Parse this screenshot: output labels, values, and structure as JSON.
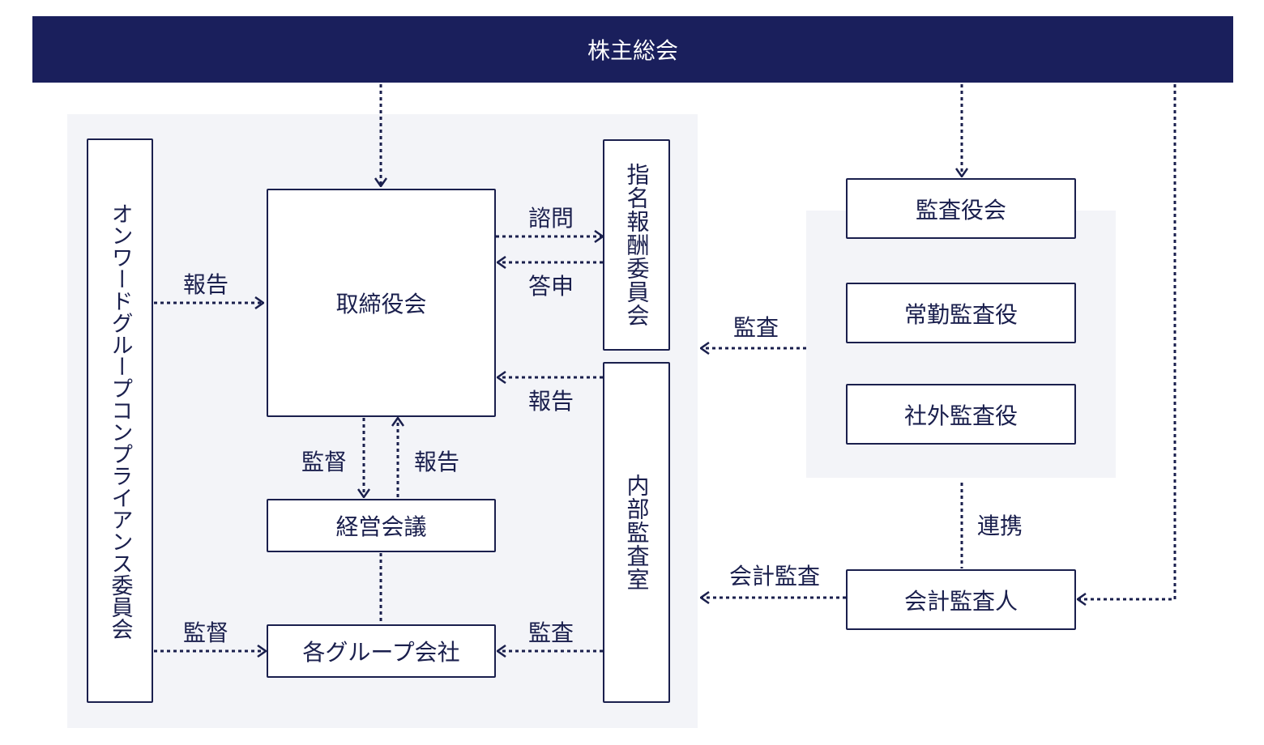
{
  "colors": {
    "navy": "#1a1f5c",
    "line": "#1a1f4d",
    "region": "#f3f4f8"
  },
  "shareholders_meeting": "株主総会",
  "compliance_committee": "オンワードグループコンプライアンス委員会",
  "board_of_directors": "取締役会",
  "nomination_committee": "指名報酬委員会",
  "internal_audit": "内部監査室",
  "management_meeting": "経営会議",
  "group_companies": "各グループ会社",
  "audit_board": "監査役会",
  "fulltime_auditor": "常勤監査役",
  "outside_auditor": "社外監査役",
  "accounting_auditor": "会計監査人",
  "labels": {
    "consult": "諮問",
    "reply": "答申",
    "report_compliance": "報告",
    "report_internal": "報告",
    "supervise_mgmt": "監督",
    "report_mgmt": "報告",
    "supervise_group": "監督",
    "audit_group": "監査",
    "audit_auditors": "監査",
    "cooperation": "連携",
    "accounting_audit": "会計監査"
  }
}
